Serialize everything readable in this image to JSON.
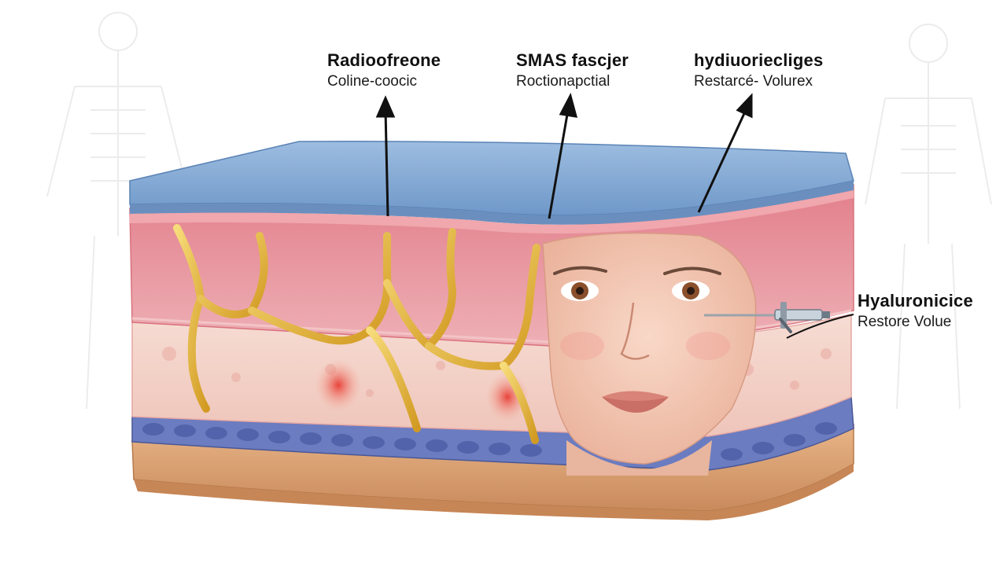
{
  "labels": [
    {
      "title": "Radioofreone",
      "subtitle": "Coline-coocic"
    },
    {
      "title": "SMAS fascjer",
      "subtitle": "Roctionapctial"
    },
    {
      "title": "hydiuoriecliges",
      "subtitle": "Restarcé- Volurex"
    },
    {
      "title": "Hyaluronicice",
      "subtitle": "Restore Volue"
    }
  ],
  "colors": {
    "epidermis": "#7fa6d2",
    "dermis": "#e79aa4",
    "collagen_threads": "#e3b43a",
    "fat_layer": "#f3cfc6",
    "smas_cells": "#5d6fb4",
    "muscle_base": "#d89c6c",
    "inflammation": "#e8433b"
  },
  "icons": [
    "arrow-icon",
    "syringe-icon",
    "face-illustration",
    "skeleton-silhouette"
  ]
}
